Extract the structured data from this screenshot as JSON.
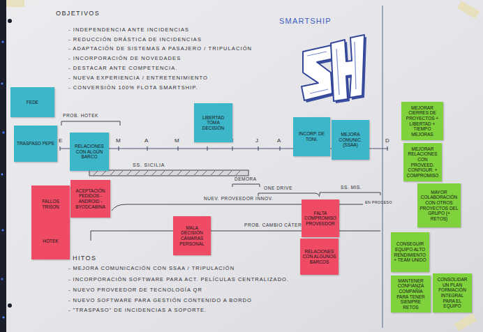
{
  "diagram": {
    "title": "SMARTSHIP",
    "nodes": [
      {
        "text": [
          "FEDE"
        ]
      },
      {
        "text": [
          "LIBERTAD TOMA DECISIÓN"
        ]
      },
      {
        "text": [
          "MEJORAR CIERRES DE PROYECTOS + LIBERTAD + TIEMPO MEJORAS"
        ]
      },
      {
        "text": [
          "INCORP. DE TONI."
        ]
      },
      {
        "text": [
          "MEJORA COMUNIC. (SSAA)"
        ]
      },
      {
        "text": [
          "TRASPASO PEPE"
        ]
      },
      {
        "text": [
          "RELACIONES CON ALGÚN BARCO"
        ]
      },
      {
        "text": [
          "MEJORAR RELACIONES CON PROVEED. CONFIGUR. + COMPROMISO"
        ]
      },
      {
        "text": [
          "ACEPTACIÓN PEDIDOS - ANDROID - BYODCABINA"
        ]
      },
      {
        "text": [
          "MAYOR COLABORACIÓN CON OTROS PROYECTOS DEL GRUPO (+ RETOS)"
        ]
      },
      {
        "text": [
          "FALLOS TRISON"
        ]
      },
      {
        "text": [
          "FALTA COMPROMISO PROVEEDOR"
        ]
      },
      {
        "text": [
          "MALA DECISIÓN CÁMARAS PERSONAL"
        ]
      },
      {
        "text": [
          "HOTEK"
        ]
      },
      {
        "text": [
          "CONSEGUIR EQUIPO ALTO RENDIMIENTO + TEAM UNIDO"
        ]
      },
      {
        "text": [
          "RELACIONES CON ALGUNOS BARCOS"
        ]
      },
      {
        "text": [
          "MANTENER CONFIANZA COMPAÑÍA PARA TENER SIEMPRE RETOS"
        ]
      },
      {
        "text": [
          "CONSOLIDAR UN PLAN FORMACIÓN INTEGRAL PARA EL EQUIPO"
        ]
      }
    ],
    "labels": [
      "OBJETIVOS",
      "- INDEPENDENCIA ANTE INCIDENCIAS",
      "- REDUCCIÓN DRÁSTICA DE INCIDENCIAS",
      "- ADAPTACIÓN DE SISTEMAS A PASAJERO / TRIPULACIÓN",
      "- INCORPORACIÓN DE NOVEDADES",
      "- DESTACAR ANTE COMPETENCIA.",
      "- NUEVA EXPERIENCIA / ENTRETENIMIENTO",
      "- CONVERSIÓN 100% FLOTA SMARTSHIP.",
      "E",
      "M",
      "A",
      "M",
      "M",
      "J",
      "J",
      "A",
      "D",
      "PROB. HOTEK",
      "SS. SICILIA",
      "DEMORA",
      "ONE DRIVE",
      "SS. MIS.",
      "NUEV. PROVEEDOR INNOV.",
      "EN PROCESO",
      "PROB. CAMBIO CÁTER",
      "HITOS",
      "- MEJORA COMUNICACIÓN CON SSAA / TRIPULACIÓN",
      "- INCORPORACIÓN SOFTWARE PARA ACT. PELÍCULAS CENTRALIZADO.",
      "- NUEVO PROVEEDOR DE TECNOLOGÍA QR",
      "- NUEVO SOFTWARE PARA GESTIÓN CONTENIDO A BORDO",
      "- \"TRASPASO\" DE INCIDENCIAS A SOPORTE."
    ]
  }
}
